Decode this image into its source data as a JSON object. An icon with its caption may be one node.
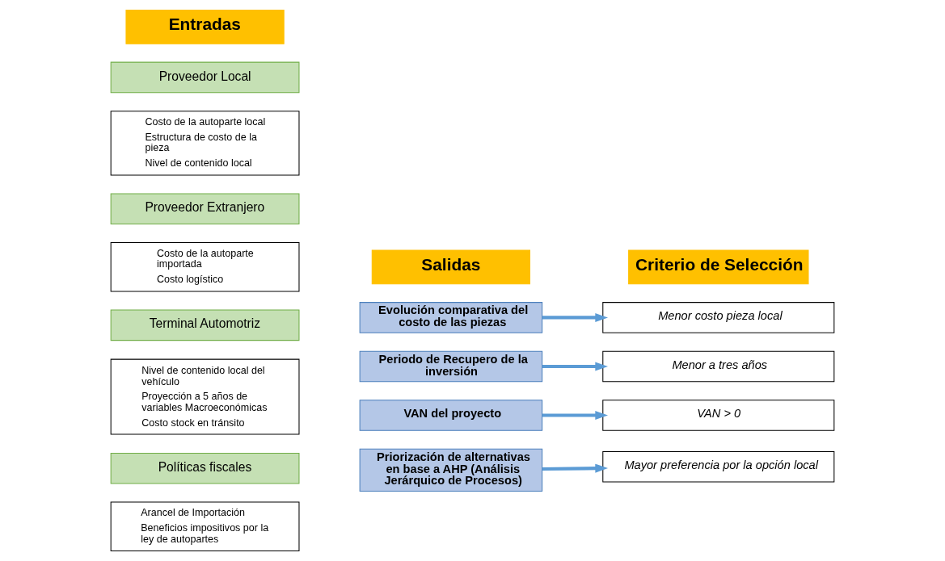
{
  "diagram": {
    "nodes": [
      {
        "text": [
          "Entradas"
        ]
      },
      {
        "text": [
          "Proveedor Local"
        ]
      },
      {
        "text": [
          "Costo de la autoparte local",
          "Estructura de costo de la pieza",
          "Nivel de contenido local"
        ]
      },
      {
        "text": [
          "Proveedor Extranjero"
        ]
      },
      {
        "text": [
          "Costo de la autoparte importada",
          "Costo logístico"
        ]
      },
      {
        "text": [
          "Terminal Automotriz"
        ]
      },
      {
        "text": [
          "Nivel de contenido local del vehículo",
          "Proyección a 5 años de variables Macroeconómicas",
          "Costo stock en tránsito"
        ]
      },
      {
        "text": [
          "Políticas fiscales"
        ]
      },
      {
        "text": [
          "Arancel de Importación",
          "Beneficios impositivos por la ley de autopartes"
        ]
      },
      {
        "text": [
          "Salidas"
        ]
      },
      {
        "text": [
          "Criterio de Selección"
        ]
      },
      {
        "text": [
          "Evolución comparativa del costo de las piezas"
        ]
      },
      {
        "text": [
          "Menor costo pieza local"
        ]
      },
      {
        "text": [
          "Periodo de Recupero de la inversión"
        ]
      },
      {
        "text": [
          "Menor a tres años"
        ]
      },
      {
        "text": [
          "VAN del proyecto"
        ]
      },
      {
        "text": [
          "VAN > 0"
        ]
      },
      {
        "text": [
          "Priorización de alternativas en base a AHP (Análisis Jerárquico de Procesos)"
        ]
      },
      {
        "text": [
          "Mayor preferencia por la opción local"
        ]
      }
    ],
    "edges": [
      {
        "from": 11,
        "to": 12,
        "arrow": "to"
      },
      {
        "from": 13,
        "to": 14,
        "arrow": "to"
      },
      {
        "from": 15,
        "to": 16,
        "arrow": "to"
      },
      {
        "from": 17,
        "to": 18,
        "arrow": "to"
      }
    ]
  }
}
